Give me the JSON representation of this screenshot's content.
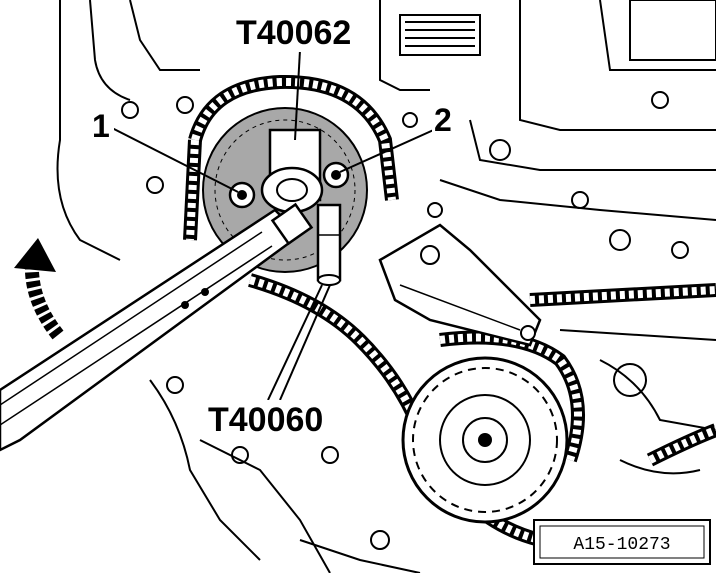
{
  "labels": {
    "tool_top": "T40062",
    "tool_bottom": "T40060",
    "callout_1": "1",
    "callout_2": "2"
  },
  "reference": {
    "code": "A15-10273"
  },
  "colors": {
    "line": "#000000",
    "sprocket_fill": "#a8a8a8",
    "background": "#ffffff"
  },
  "icons": {
    "rotation_arrow": "curved-arrow-icon"
  }
}
